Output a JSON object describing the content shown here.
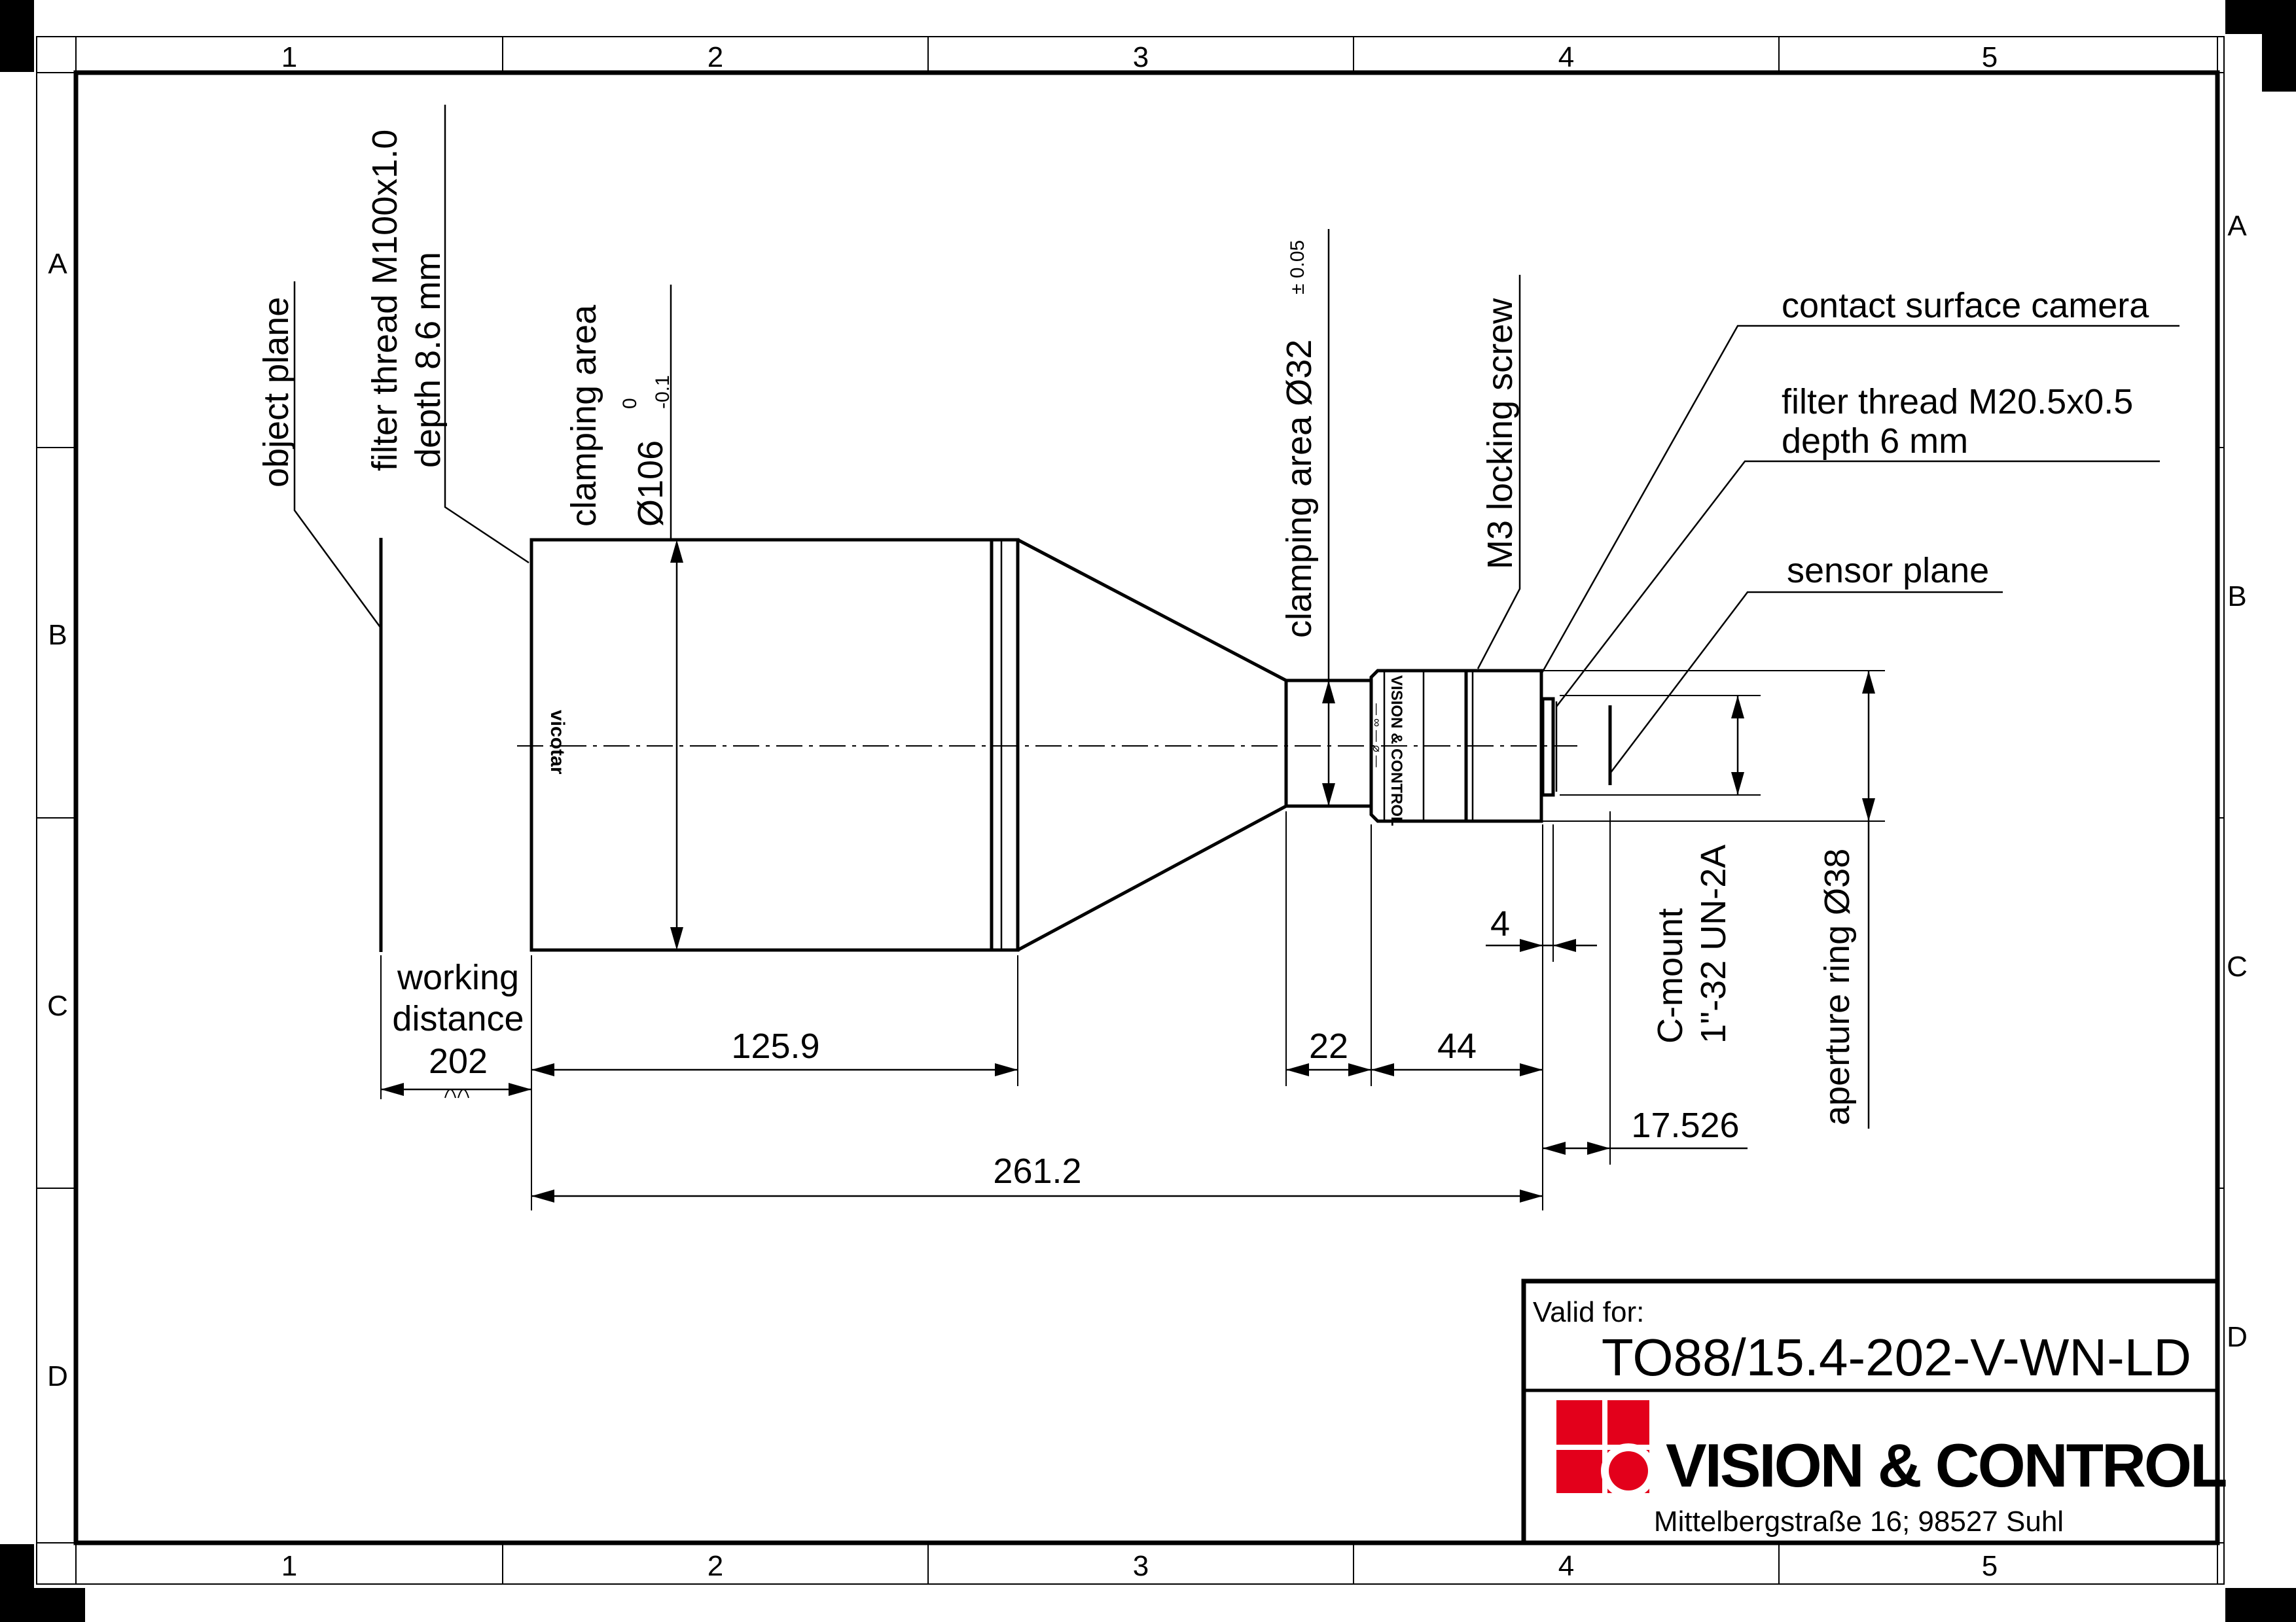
{
  "sheet": {
    "columns": [
      "1",
      "2",
      "3",
      "4",
      "5"
    ],
    "rows": [
      "A",
      "B",
      "C",
      "D"
    ]
  },
  "labels": {
    "object_plane": "object plane",
    "filter_thread_front_1": "filter thread M100x1.0",
    "filter_thread_front_2": "depth 8.6 mm",
    "clamping_front_1": "clamping area",
    "clamping_front_2": "Ø106",
    "clamping_front_tol_upper": "0",
    "clamping_front_tol_lower": "-0.1",
    "clamping_rear": "clamping area Ø32",
    "clamping_rear_tol": "± 0.05",
    "locking_screw": "M3 locking screw",
    "contact_surface": "contact surface camera",
    "filter_thread_rear_1": "filter thread M20.5x0.5",
    "filter_thread_rear_2": "depth 6 mm",
    "sensor_plane": "sensor plane",
    "c_mount_1": "C-mount",
    "c_mount_2": "1\"-32 UN-2A",
    "aperture_ring": "aperture ring Ø38",
    "working_distance_1": "working",
    "working_distance_2": "distance",
    "lens_brand": "vicotar",
    "ring_text": "VISION & CONTROL"
  },
  "dimensions": {
    "working_distance": "202",
    "front_barrel": "125.9",
    "rear_clamp": "22",
    "rear_section": "44",
    "mount_offset": "4",
    "flange_distance": "17.526",
    "total_length": "261.2"
  },
  "title_block": {
    "valid_for_label": "Valid for:",
    "part_number": "TO88/15.4-202-V-WN-LD",
    "company": "VISION & CONTROL",
    "address": "Mittelbergstraße 16; 98527 Suhl",
    "logo_color": "#e3001b"
  }
}
